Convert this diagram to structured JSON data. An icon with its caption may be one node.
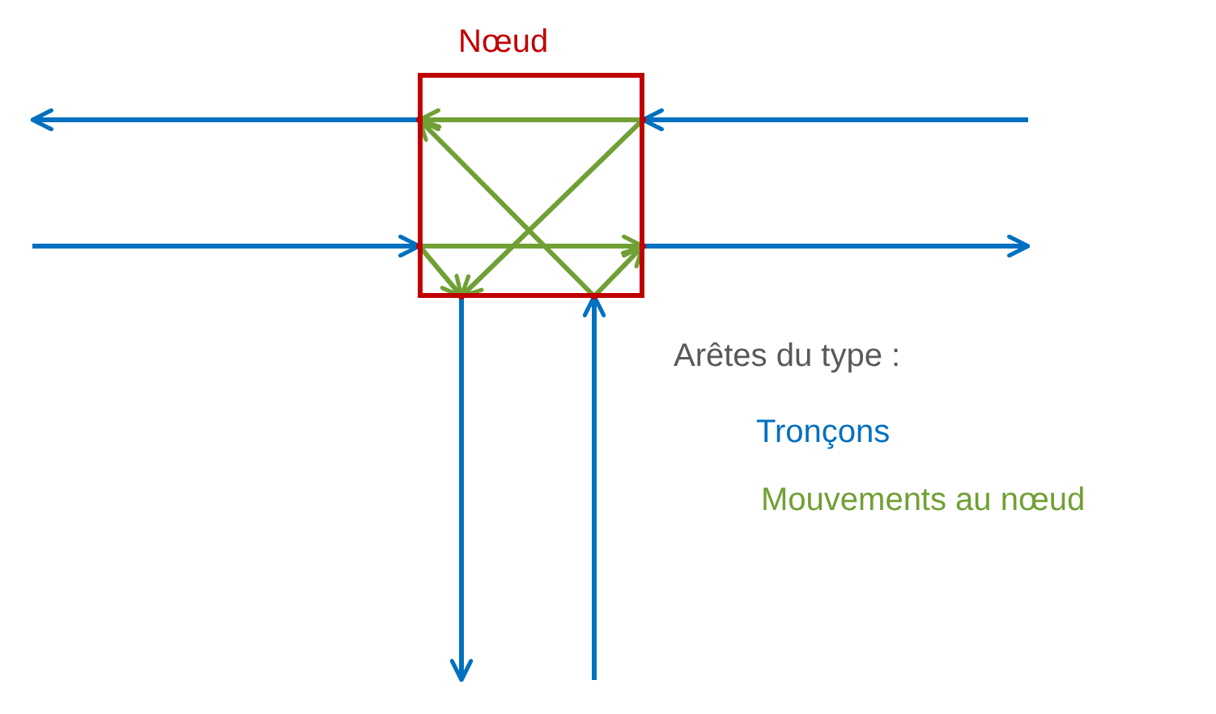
{
  "diagram": {
    "nodes": [
      {
        "text": [
          "Nœud"
        ]
      },
      {
        "text": [],
        "shape": "circle",
        "in": 0
      },
      {
        "text": [],
        "shape": "circle",
        "in": 0
      },
      {
        "text": [],
        "shape": "circle",
        "in": 0
      },
      {
        "text": [],
        "shape": "circle",
        "in": 0
      },
      {
        "text": [],
        "shape": "circle",
        "in": 0
      },
      {
        "text": [],
        "shape": "circle",
        "in": 0
      }
    ],
    "edges": [
      {
        "from": 1,
        "to": null,
        "arrow": "to"
      },
      {
        "from": null,
        "to": 2,
        "arrow": "to"
      },
      {
        "from": null,
        "to": 3,
        "arrow": "to"
      },
      {
        "from": 4,
        "to": null,
        "arrow": "to"
      },
      {
        "from": 5,
        "to": null,
        "arrow": "to"
      },
      {
        "from": null,
        "to": 6,
        "arrow": "to"
      },
      {
        "from": 2,
        "to": 1,
        "arrow": "to",
        "color": "#70a035"
      },
      {
        "from": 2,
        "to": 5,
        "arrow": "to",
        "color": "#70a035"
      },
      {
        "from": 3,
        "to": 4,
        "arrow": "to",
        "color": "#70a035"
      },
      {
        "from": 3,
        "to": 5,
        "arrow": "to",
        "color": "#70a035"
      },
      {
        "from": 6,
        "to": 1,
        "arrow": "to",
        "color": "#70a035"
      },
      {
        "from": 6,
        "to": 4,
        "arrow": "to",
        "color": "#70a035"
      }
    ],
    "labels": [
      "Arêtes du type :"
    ],
    "legend": [
      {
        "text": "Tronçons",
        "color": "#0070c0"
      },
      {
        "text": "Mouvements au nœud",
        "color": "#70a035"
      }
    ]
  }
}
